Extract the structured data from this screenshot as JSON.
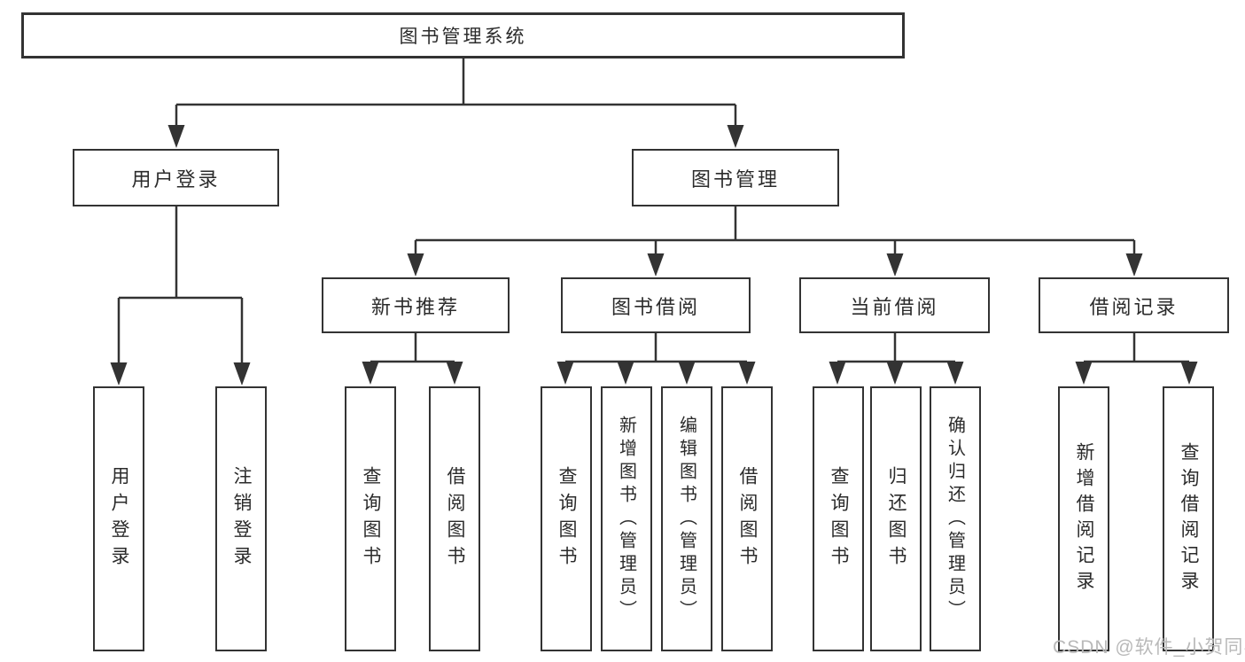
{
  "colors": {
    "line": "#333333",
    "box_border": "#333333",
    "text": "#2b2b2b",
    "watermark": "#b9b9b9",
    "background": "#ffffff"
  },
  "watermark": "CSDN @软件_小贺同学",
  "tree": {
    "root": "图书管理系统",
    "children": [
      {
        "label": "用户登录",
        "children": [
          "用户登录",
          "注销登录"
        ]
      },
      {
        "label": "图书管理",
        "children": [
          {
            "label": "新书推荐",
            "children": [
              "查询图书",
              "借阅图书"
            ]
          },
          {
            "label": "图书借阅",
            "children": [
              "查询图书",
              "新增图书（管理员）",
              "编辑图书（管理员）",
              "借阅图书"
            ]
          },
          {
            "label": "当前借阅",
            "children": [
              "查询图书",
              "归还图书",
              "确认归还（管理员）"
            ]
          },
          {
            "label": "借阅记录",
            "children": [
              "新增借阅记录",
              "查询借阅记录"
            ]
          }
        ]
      }
    ]
  }
}
